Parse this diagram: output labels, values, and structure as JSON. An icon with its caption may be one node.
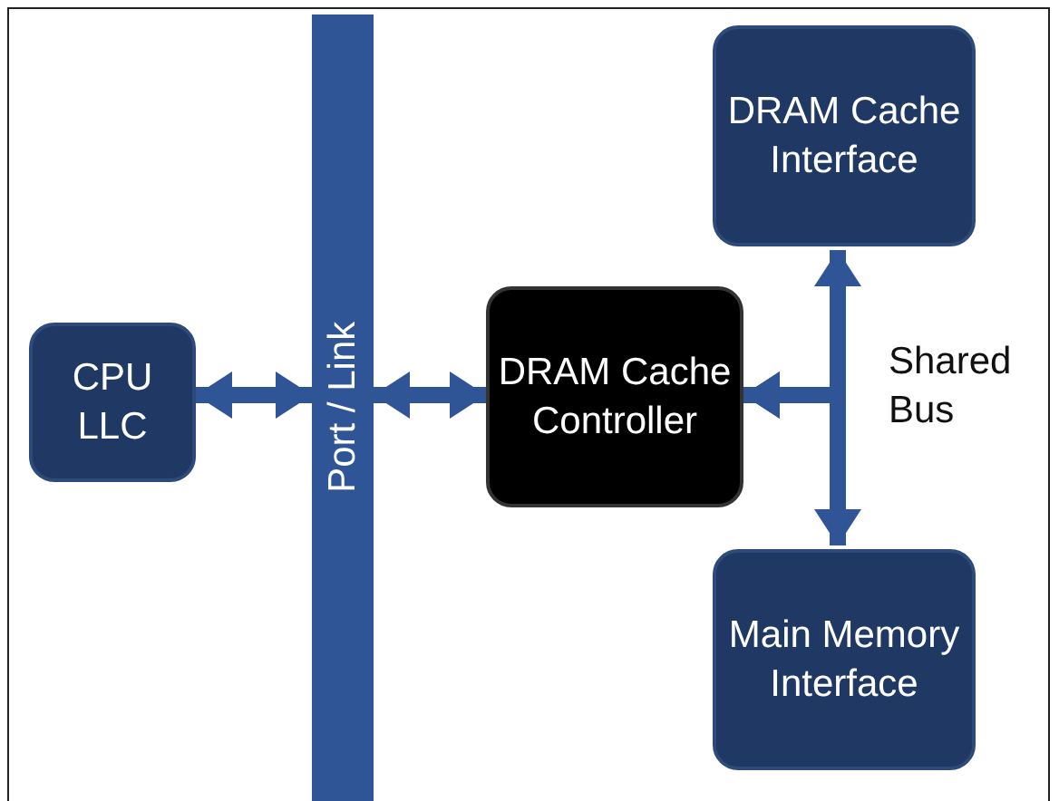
{
  "diagram": {
    "nodes": [
      {
        "text": [
          "CPU LLC"
        ]
      },
      {
        "text": [
          "Port / Link"
        ]
      },
      {
        "text": [
          "DRAM Cache Controller"
        ]
      },
      {
        "text": [
          "DRAM Cache Interface"
        ]
      },
      {
        "text": [
          "Main Memory Interface"
        ]
      }
    ],
    "edges": [
      {
        "from": 0,
        "to": 1,
        "arrow": "both"
      },
      {
        "from": 1,
        "to": 2,
        "arrow": "both"
      },
      {
        "from": 2,
        "to": 3,
        "arrow": "both"
      },
      {
        "from": 2,
        "to": 4,
        "arrow": "both"
      }
    ],
    "labels": [
      "Shared Bus"
    ]
  }
}
